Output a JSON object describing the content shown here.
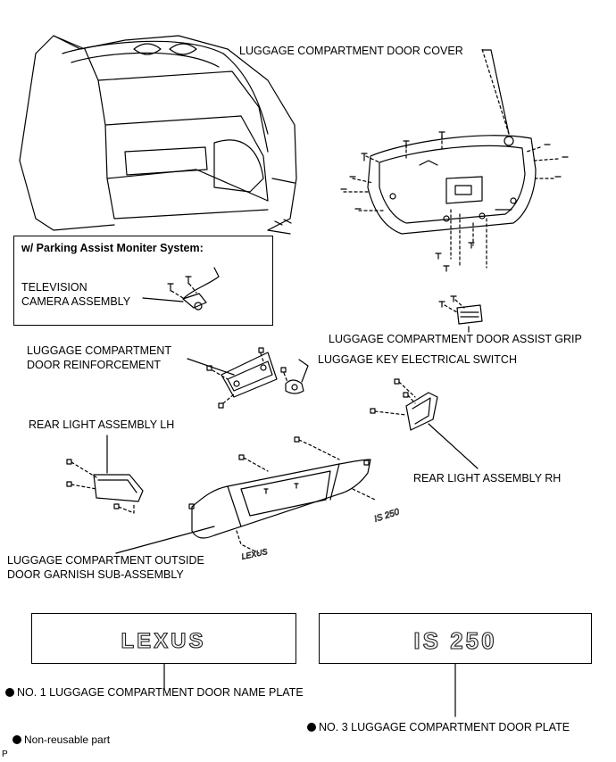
{
  "labels": {
    "door_cover": "LUGGAGE COMPARTMENT DOOR COVER",
    "inset_title": "w/ Parking Assist Moniter System:",
    "camera_line1": "TELEVISION",
    "camera_line2": "CAMERA ASSEMBLY",
    "assist_grip": "LUGGAGE COMPARTMENT DOOR ASSIST GRIP",
    "reinforcement_line1": "LUGGAGE COMPARTMENT",
    "reinforcement_line2": "DOOR REINFORCEMENT",
    "key_switch": "LUGGAGE KEY ELECTRICAL SWITCH",
    "rear_light_lh": "REAR LIGHT ASSEMBLY LH",
    "rear_light_rh": "REAR LIGHT ASSEMBLY RH",
    "garnish_line1": "LUGGAGE COMPARTMENT OUTSIDE",
    "garnish_line2": "DOOR GARNISH SUB-ASSEMBLY",
    "name_plate_1": "NO. 1 LUGGAGE COMPARTMENT DOOR NAME PLATE",
    "plate_3": "NO. 3 LUGGAGE COMPARTMENT DOOR PLATE",
    "legend": "Non-reusable part",
    "corner_mark": "P"
  },
  "emblems": {
    "lexus": "LEXUS",
    "model": "IS 250"
  }
}
